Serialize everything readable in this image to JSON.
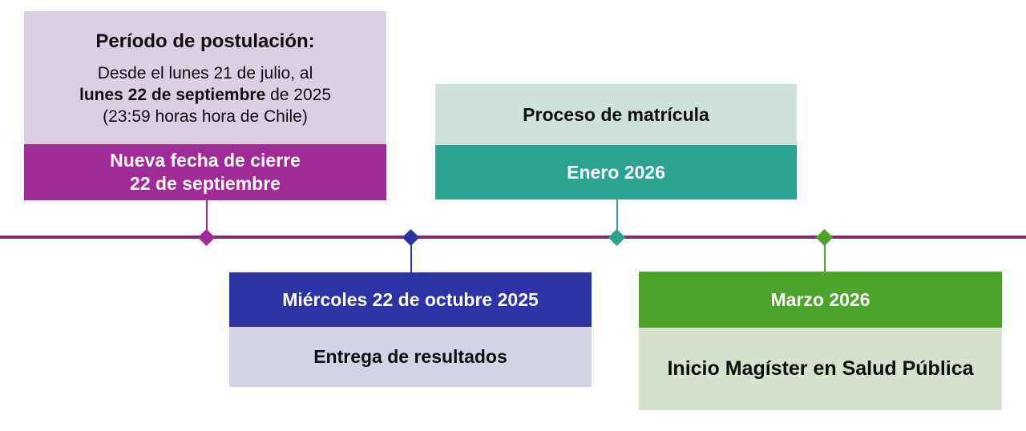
{
  "canvas": {
    "background": "#ffffff"
  },
  "timeline": {
    "line_color": "#7e2d7e"
  },
  "milestones": {
    "postulacion": {
      "title": "Período de postulación:",
      "body_line1": "Desde el lunes 21 de julio, al",
      "body_line2_bold": "lunes 22 de septiembre",
      "body_line2_rest": " de 2025",
      "body_line3": "(23:59 horas hora de Chile)",
      "banner_line1": "Nueva fecha de cierre",
      "banner_line2": "22 de septiembre",
      "light_color": "#dccfe2",
      "accent_color": "#a02b96"
    },
    "matricula": {
      "title": "Proceso de matrícula",
      "date": "Enero 2026",
      "light_color": "#cfe0dd",
      "accent_color": "#2ba392"
    },
    "resultados": {
      "date": "Miércoles 22 de octubre 2025",
      "title": "Entrega de resultados",
      "light_color": "#d2d3e4",
      "accent_color": "#2c34a5"
    },
    "inicio": {
      "date": "Marzo 2026",
      "title": "Inicio Magíster en Salud Pública",
      "light_color": "#d5e2d0",
      "accent_color": "#4ca42b"
    }
  }
}
